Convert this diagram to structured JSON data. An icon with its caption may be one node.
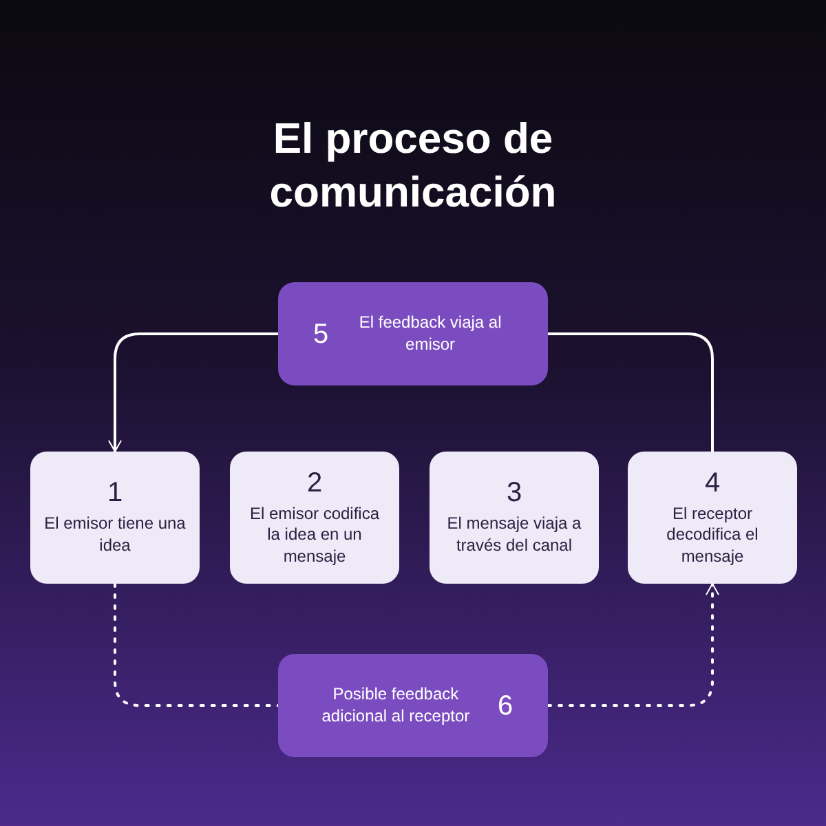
{
  "diagram": {
    "title": "El proceso de comunicación",
    "nodes": [
      {
        "text": [
          "5",
          "El feedback viaja al emisor"
        ]
      },
      {
        "text": [
          "1",
          "El emisor tiene una idea"
        ]
      },
      {
        "text": [
          "2",
          "El emisor codifica la idea en un mensaje"
        ]
      },
      {
        "text": [
          "3",
          "El mensaje viaja a través del canal"
        ]
      },
      {
        "text": [
          "4",
          "El receptor decodifica el mensaje"
        ]
      },
      {
        "text": [
          "Posible feedback adicional al receptor",
          "6"
        ]
      }
    ],
    "edges": [
      {
        "from": 4,
        "to": 0,
        "arrow": "none"
      },
      {
        "from": 0,
        "to": 1,
        "arrow": "to"
      },
      {
        "from": 1,
        "to": 5,
        "arrow": "none",
        "style": "dashed"
      },
      {
        "from": 5,
        "to": 4,
        "arrow": "to",
        "style": "dashed"
      }
    ]
  }
}
